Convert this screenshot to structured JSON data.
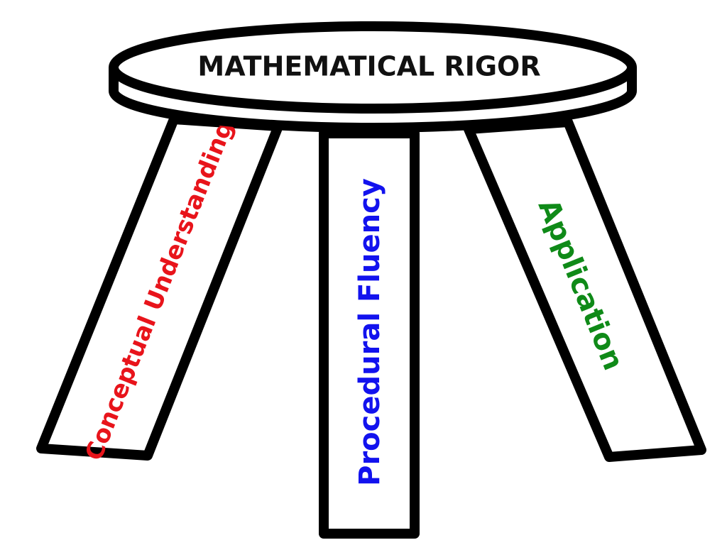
{
  "diagram": {
    "seat": {
      "title": "MATHEMATICAL RIGOR",
      "title_color": "#111111"
    },
    "legs": [
      {
        "label": "Conceptual Understanding",
        "color": "#e8141b"
      },
      {
        "label": "Procedural Fluency",
        "color": "#1212ee"
      },
      {
        "label": "Application",
        "color": "#0f8a18"
      }
    ],
    "outline_color": "#000000",
    "fill_color": "#ffffff"
  }
}
